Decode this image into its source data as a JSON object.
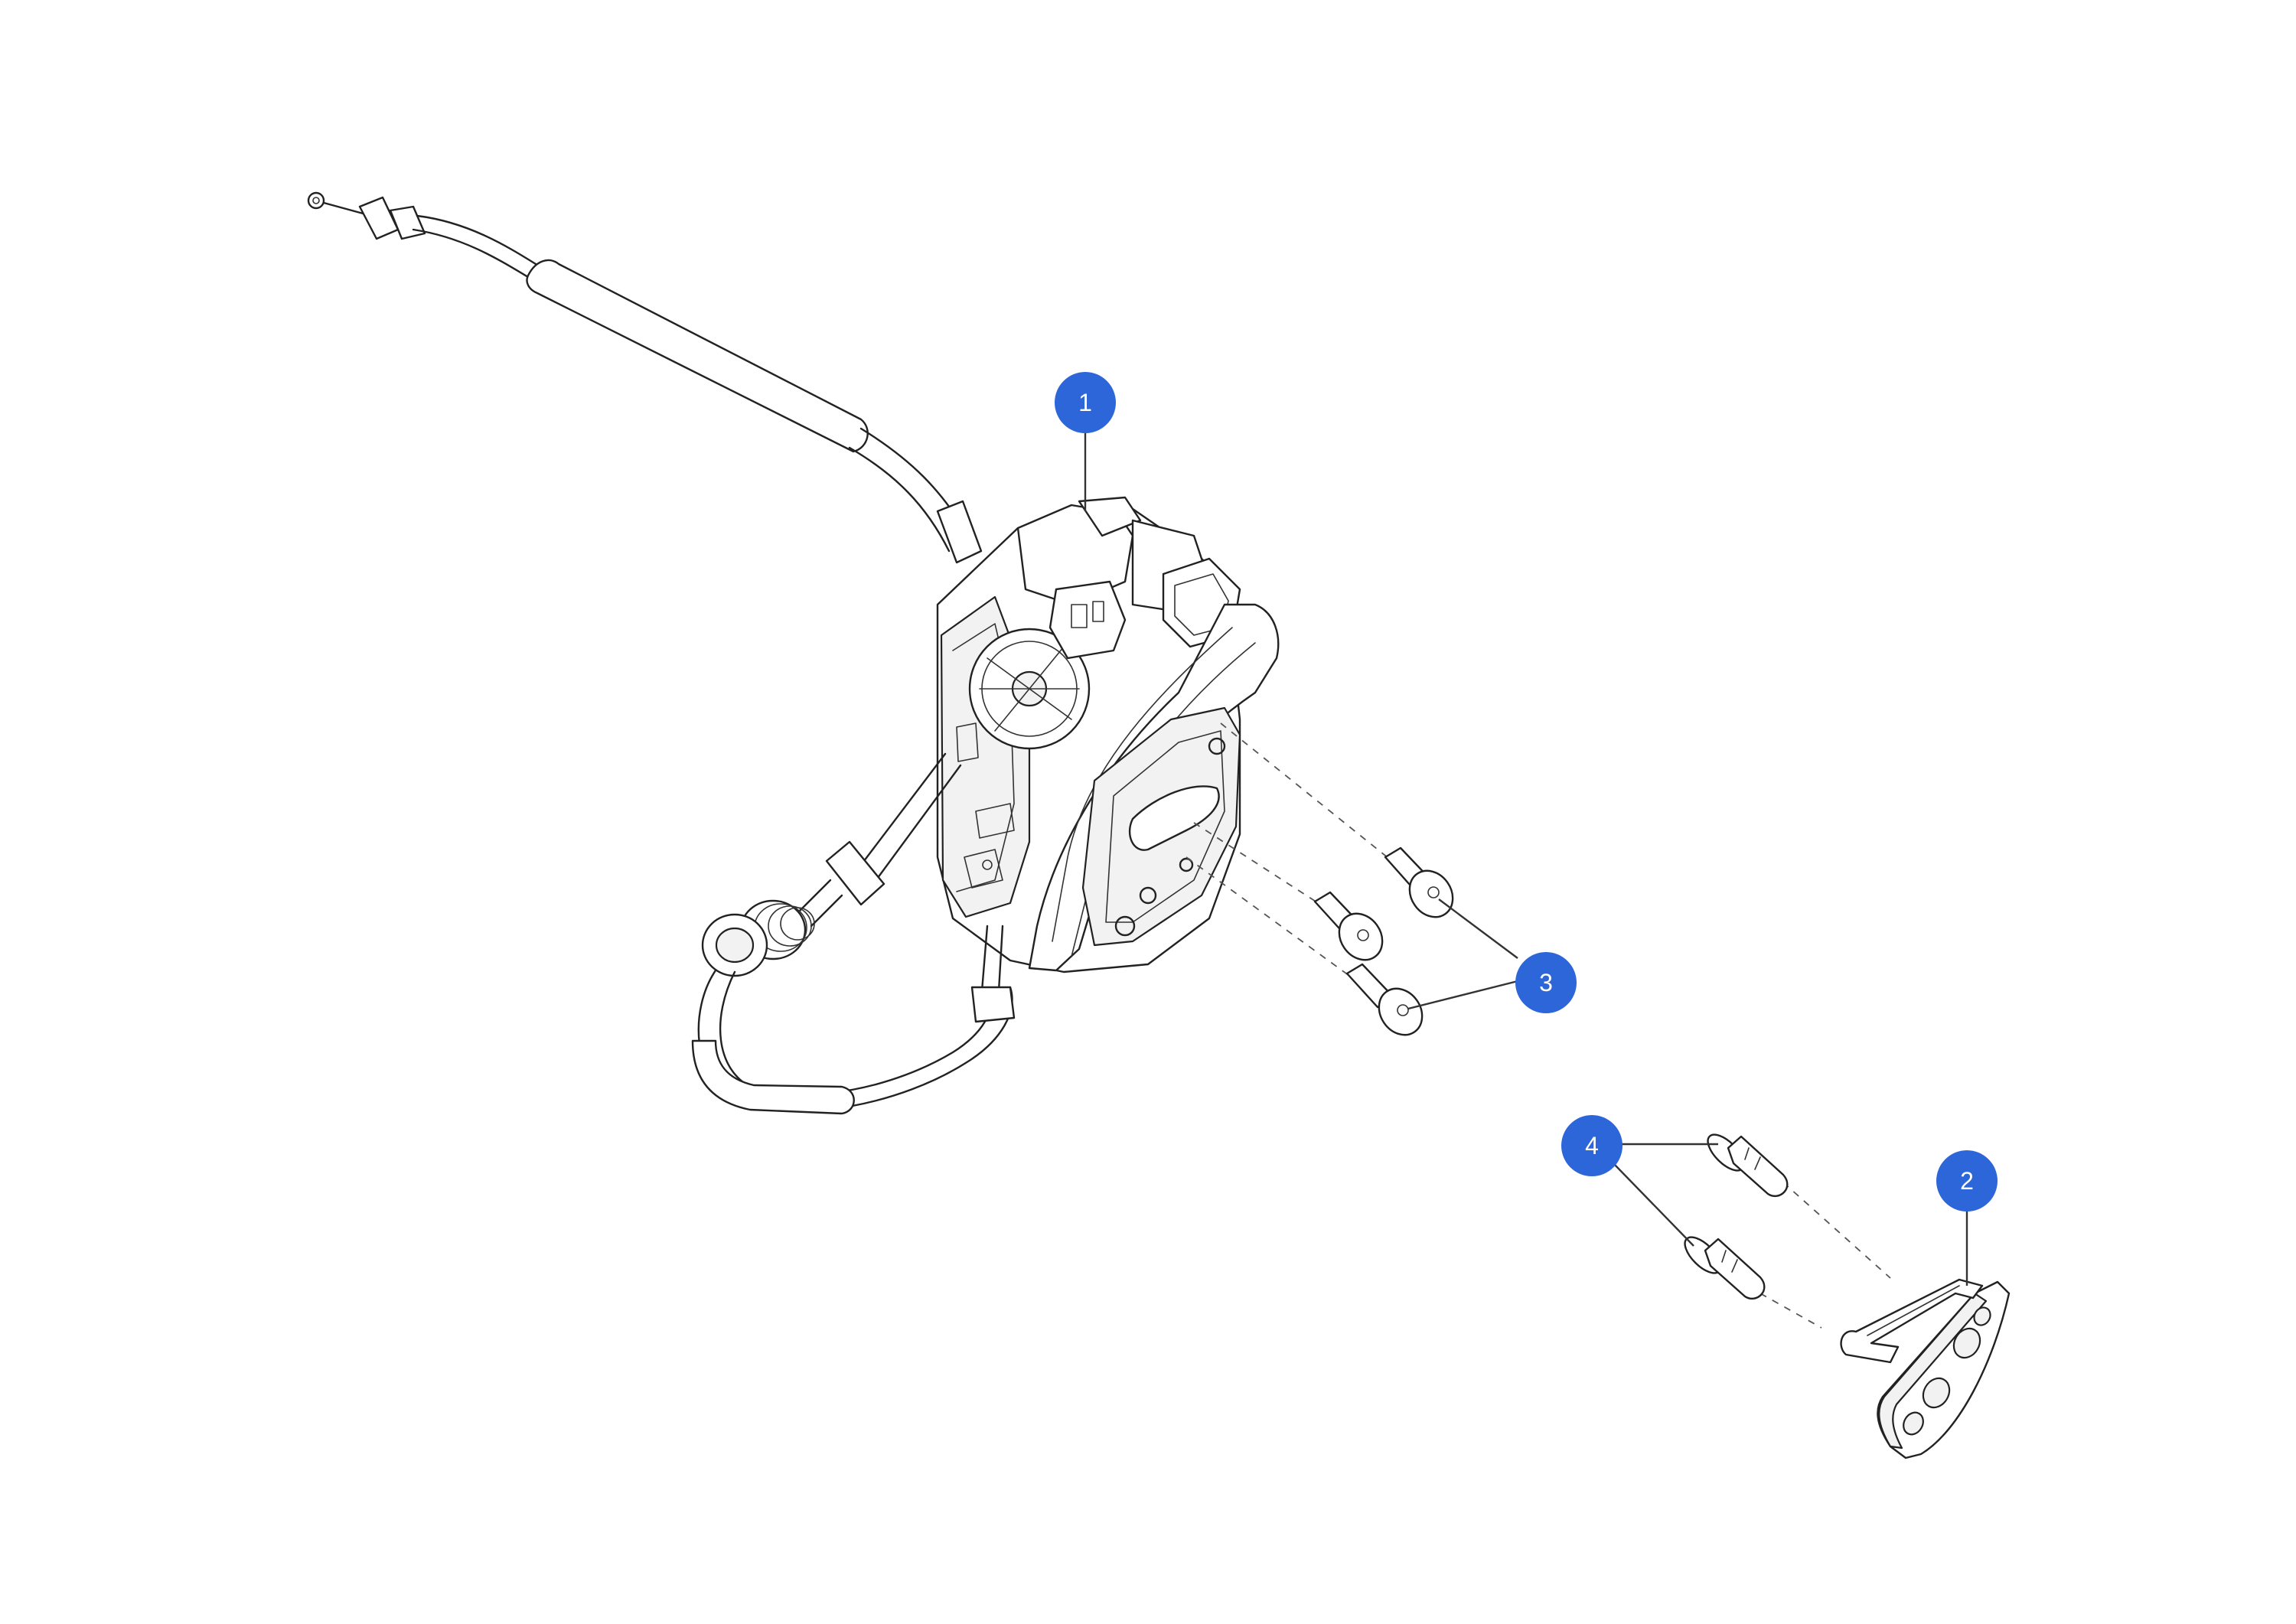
{
  "callouts": [
    {
      "id": "callout-1",
      "label": "1"
    },
    {
      "id": "callout-2",
      "label": "2"
    },
    {
      "id": "callout-3",
      "label": "3"
    },
    {
      "id": "callout-4",
      "label": "4"
    }
  ],
  "colors": {
    "callout_fill": "#2d66d8",
    "callout_text": "#ffffff",
    "line": "#222222",
    "background": "#ffffff"
  }
}
